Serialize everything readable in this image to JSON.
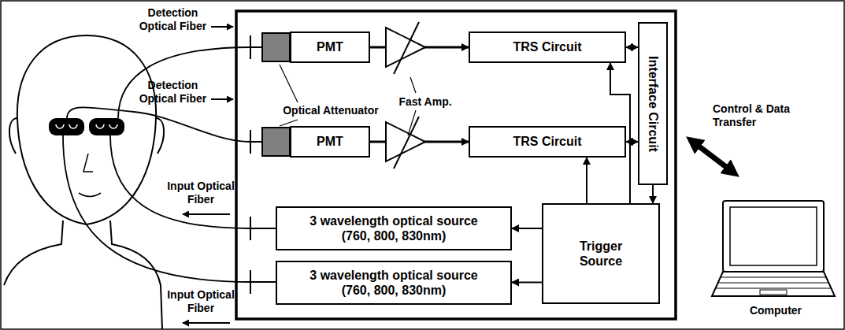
{
  "diagram": {
    "nodes": [
      {
        "text": [
          "PMT"
        ]
      },
      {
        "text": [
          "TRS Circuit"
        ]
      },
      {
        "text": [
          "PMT"
        ]
      },
      {
        "text": [
          "TRS Circuit"
        ]
      },
      {
        "text": [
          "Interface Circuit"
        ]
      },
      {
        "text": [
          "3 wavelength optical source (760, 800, 830nm)"
        ]
      },
      {
        "text": [
          "3 wavelength optical source (760, 800, 830nm)"
        ]
      },
      {
        "text": [
          "Trigger Source"
        ]
      }
    ],
    "edges": [
      {
        "from": 0,
        "to": 1,
        "arrow": "to"
      },
      {
        "from": 2,
        "to": 3,
        "arrow": "to"
      },
      {
        "from": 1,
        "to": 4,
        "arrow": "both"
      },
      {
        "from": 3,
        "to": 4,
        "arrow": "both"
      },
      {
        "from": 4,
        "to": 7,
        "arrow": "to"
      },
      {
        "from": 7,
        "to": 1,
        "arrow": "to"
      },
      {
        "from": 7,
        "to": 3,
        "arrow": "to"
      },
      {
        "from": 7,
        "to": 5,
        "arrow": "to"
      },
      {
        "from": 7,
        "to": 6,
        "arrow": "to"
      }
    ],
    "labels": [
      "Detection Optical Fiber",
      "Detection Optical Fiber",
      "Optical Attenuator",
      "Fast Amp.",
      "Input Optical Fiber",
      "Input Optical Fiber",
      "Control & Data Transfer",
      "Computer"
    ]
  }
}
